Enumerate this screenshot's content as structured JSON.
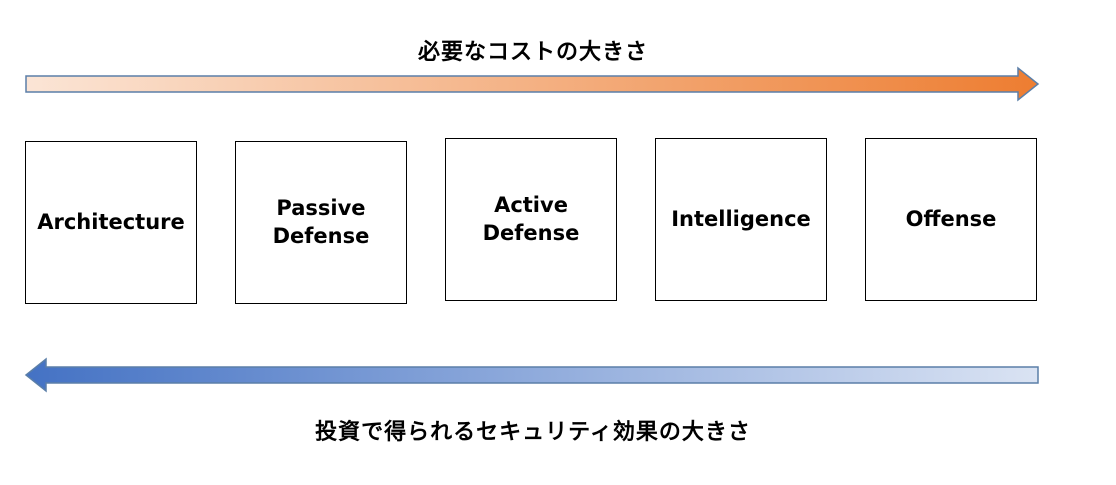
{
  "cost_caption": "必要なコストの大きさ",
  "effect_caption": "投資で得られるセキュリティ効果の大きさ",
  "stages": [
    {
      "label": "Architecture"
    },
    {
      "label": "Passive\nDefense"
    },
    {
      "label": "Active\nDefense"
    },
    {
      "label": "Intelligence"
    },
    {
      "label": "Offense"
    }
  ],
  "colors": {
    "cost_arrow_light": "#fbe5d6",
    "cost_arrow_dark": "#ed7d31",
    "effect_arrow_light": "#dae3f3",
    "effect_arrow_dark": "#4472c4",
    "outline": "#5b7fa8"
  }
}
